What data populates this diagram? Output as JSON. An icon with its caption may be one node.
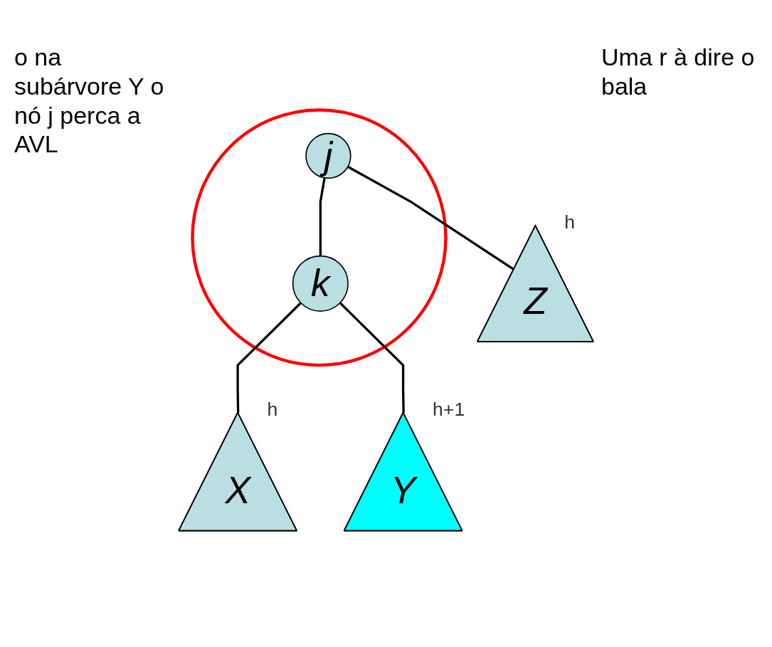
{
  "diagram": {
    "nodes": [
      {
        "text": [],
        "shape": "ellipse"
      },
      {
        "text": [
          "j"
        ],
        "in": 0
      },
      {
        "text": [
          "k"
        ],
        "in": 0
      },
      {
        "text": [
          "X"
        ],
        "beside": [
          "h"
        ]
      },
      {
        "text": [
          "Y"
        ],
        "beside": [
          "h+1"
        ]
      },
      {
        "text": [
          "Z"
        ],
        "beside": [
          "h"
        ]
      }
    ],
    "edges": [
      {
        "from": 1,
        "to": 2,
        "arrow": "none"
      },
      {
        "from": 1,
        "to": 5,
        "arrow": "none"
      },
      {
        "from": 2,
        "to": 3,
        "arrow": "none"
      },
      {
        "from": 2,
        "to": 4,
        "arrow": "none"
      }
    ],
    "labels": [
      "o na subárvore Y o nó j perca a AVL",
      "Uma r à dire o bala"
    ]
  }
}
